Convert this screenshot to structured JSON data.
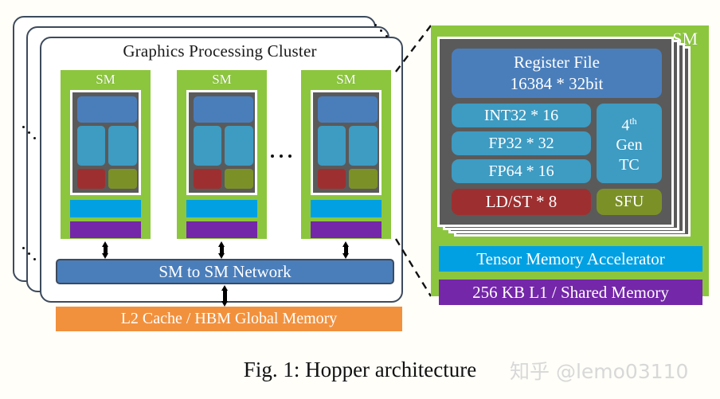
{
  "figure": {
    "caption": "Fig. 1: Hopper architecture",
    "watermark": "知乎 @lemo03110"
  },
  "gpc": {
    "title": "Graphics Processing Cluster",
    "sm_label": "SM",
    "sm_count_shown": 3,
    "ellipsis_between_sms": "...",
    "ellipsis_left_upper": "...",
    "ellipsis_left_lower": "...",
    "ellipsis_top_right": "..."
  },
  "interconnect": {
    "sm_to_sm_network": "SM to SM Network",
    "l2_cache": "L2 Cache / HBM Global Memory"
  },
  "detail_sm": {
    "label": "SM",
    "register_file": {
      "line1": "Register File",
      "line2": "16384 * 32bit"
    },
    "units": [
      {
        "name": "int32",
        "label": "INT32 * 16"
      },
      {
        "name": "fp32",
        "label": "FP32   * 32"
      },
      {
        "name": "fp64",
        "label": "FP64   * 16"
      }
    ],
    "tensor_core": {
      "line1": "4",
      "sup": "th",
      "line2": "Gen",
      "line3": "TC"
    },
    "ldst": "LD/ST * 8",
    "sfu": "SFU",
    "tma": "Tensor Memory Accelerator",
    "l1": "256 KB L1 / Shared Memory"
  },
  "colors": {
    "sm_green": "#8cc63e",
    "register_blue": "#4a7ebb",
    "unit_cyan": "#3e9bc2",
    "ldst_red": "#9e2f30",
    "sfu_olive": "#7b9128",
    "tma_blue": "#00a0e3",
    "l1_purple": "#7427a8",
    "l2_orange": "#f2913d",
    "card_gray": "#5a5a5a",
    "outline_navy": "#3d4a5c"
  }
}
